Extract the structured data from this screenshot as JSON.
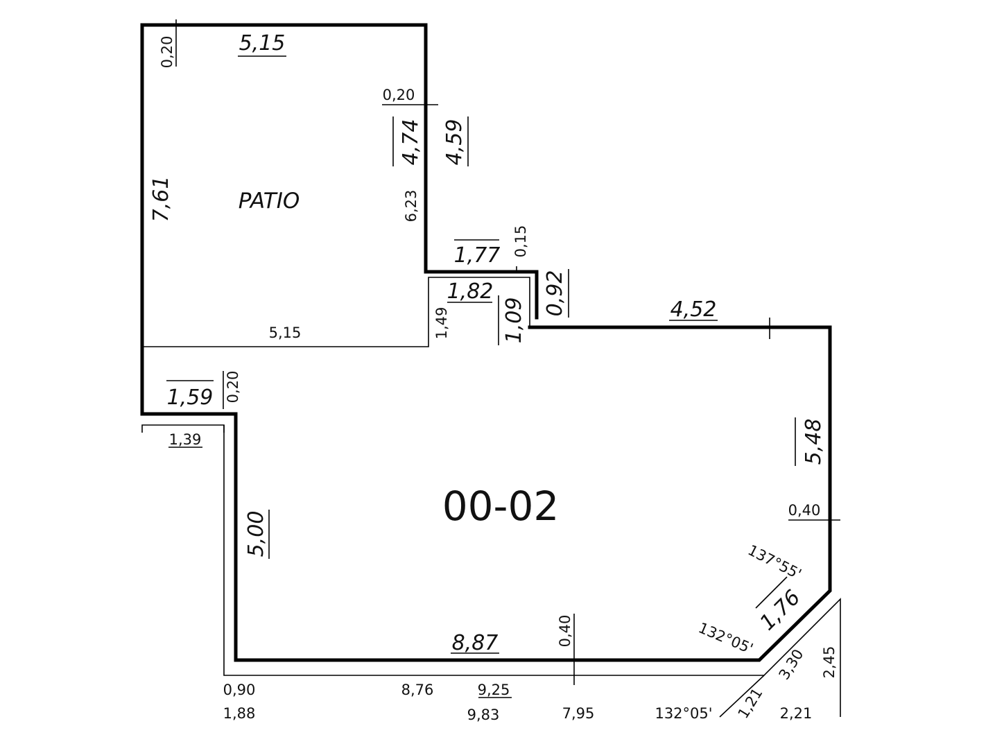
{
  "labels": {
    "patio": "PATIO",
    "unit": "00-02"
  },
  "dimensions": {
    "patio_top_width": "5,15",
    "patio_top_offset": "0,20",
    "patio_inner_offset": "0,20",
    "patio_inner_height": "4,74",
    "patio_outer_height": "4,59",
    "patio_left_height": "7,61",
    "patio_right_height": "6,23",
    "step_upper_width": "1,77",
    "step_offset": "0,15",
    "step_lower_width": "1,82",
    "step_outer_height": "0,92",
    "step_inner_height": "1,09",
    "step_wall_height": "1,49",
    "patio_bottom_width": "5,15",
    "right_top_width": "4,52",
    "right_height": "5,48",
    "right_offset": "0,40",
    "angle_upper": "137°55'",
    "chamfer_length": "1,76",
    "angle_lower": "132°05'",
    "left_ledge_width": "1,59",
    "left_ledge_offset": "0,20",
    "left_inner_width": "1,39",
    "left_height": "5,00",
    "bottom_width": "8,87",
    "bottom_offset": "0,40",
    "outer_bottom_left": "0,90",
    "outer_bottom_a": "8,76",
    "outer_bottom_b": "9,25",
    "outer_row2_left": "1,88",
    "outer_row2_b": "9,83",
    "outer_row2_c": "7,95",
    "outer_angle": "132°05'",
    "outer_chamfer_a": "1,21",
    "outer_chamfer_b": "3,30",
    "outer_right": "2,45",
    "outer_row2_right": "2,21"
  }
}
